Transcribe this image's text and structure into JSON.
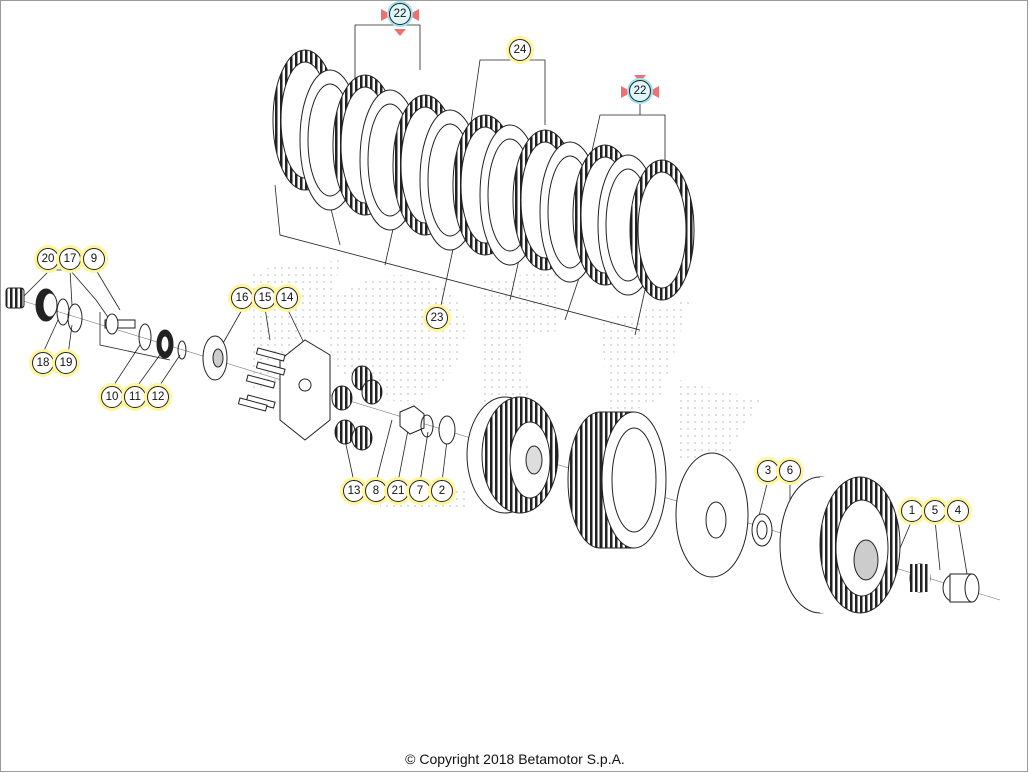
{
  "copyright": "© Copyright 2018 Betamotor S.p.A.",
  "callouts": [
    "1",
    "2",
    "3",
    "4",
    "5",
    "6",
    "7",
    "8",
    "9",
    "10",
    "11",
    "12",
    "13",
    "14",
    "15",
    "16",
    "17",
    "18",
    "19",
    "20",
    "21",
    "22",
    "22",
    "23",
    "24"
  ],
  "colors": {
    "callout_highlight": "#fff59a",
    "selected_marker": "#f07070",
    "selected_ring": "#9fe3ef"
  }
}
